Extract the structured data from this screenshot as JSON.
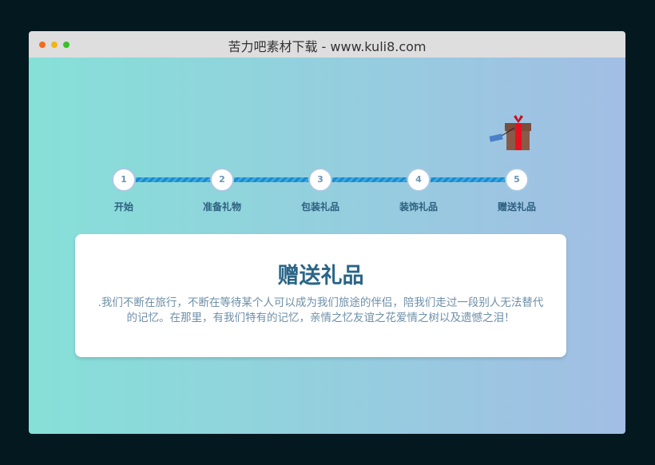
{
  "window": {
    "title": "苦力吧素材下载 - www.kuli8.com"
  },
  "steps": [
    {
      "num": "1",
      "label": "开始"
    },
    {
      "num": "2",
      "label": "准备礼物"
    },
    {
      "num": "3",
      "label": "包装礼品"
    },
    {
      "num": "4",
      "label": "装饰礼品"
    },
    {
      "num": "5",
      "label": "赠送礼品"
    }
  ],
  "card": {
    "title": "赠送礼品",
    "text": ".我们不断在旅行，不断在等待某个人可以成为我们旅途的伴侣，陪我们走过一段别人无法替代的记忆。在那里，有我们特有的记忆，亲情之忆友谊之花爱情之树以及遗憾之泪！"
  },
  "colors": {
    "accent": "#2a6587",
    "progress": "#1c8ac9"
  }
}
